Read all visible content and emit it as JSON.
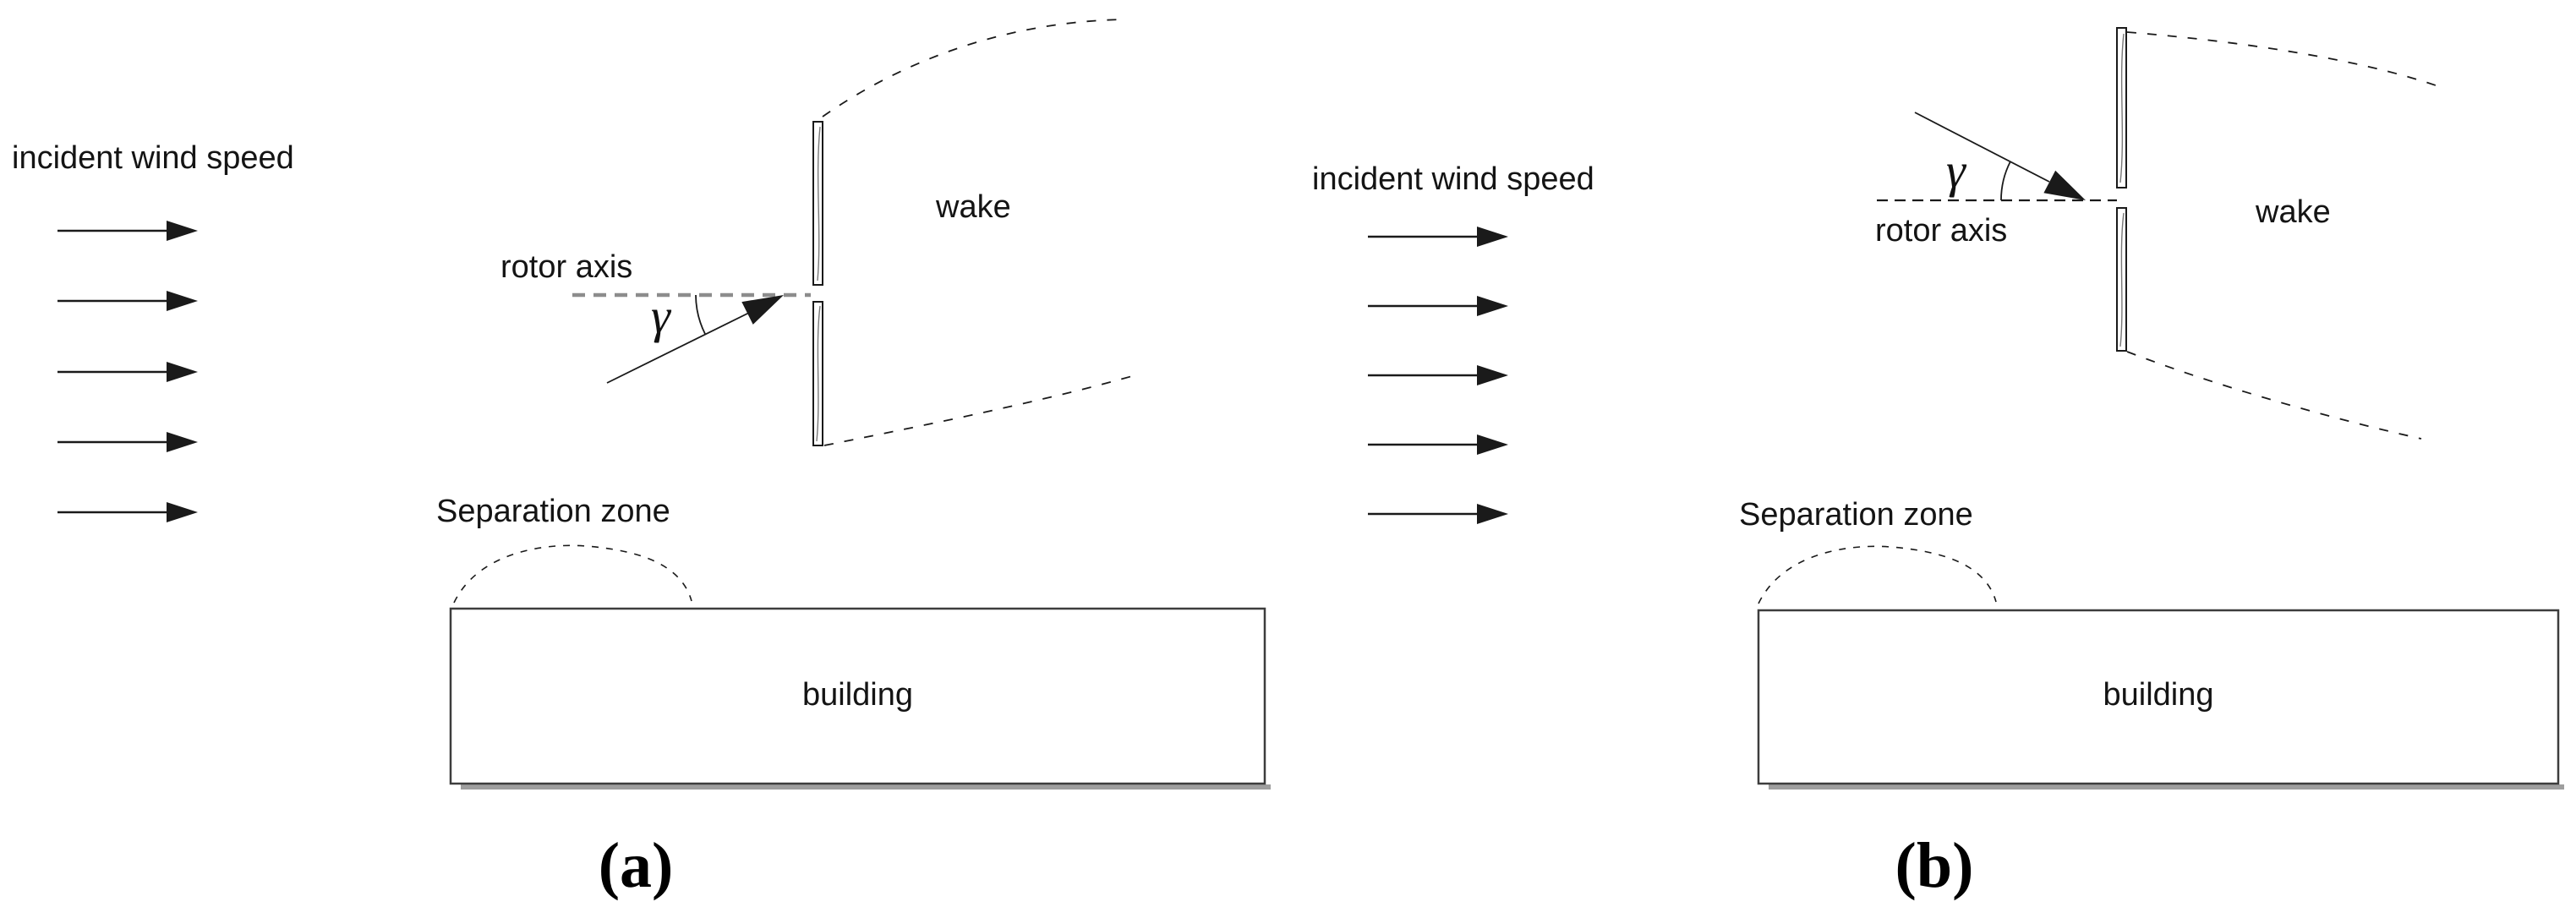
{
  "figure": {
    "background": "#ffffff",
    "line_color": "#1a1a1a",
    "gray_axis_dash_color": "#8c8c8c",
    "building_shadow_color": "#9e9e9e",
    "panels": {
      "a": {
        "caption": "(a)",
        "incident_wind_label": "incident wind speed",
        "rotor_axis_label": "rotor axis",
        "yaw_angle_symbol": "γ",
        "wake_label": "wake",
        "separation_zone_label": "Separation zone",
        "building_label": "building"
      },
      "b": {
        "caption": "(b)",
        "incident_wind_label": "incident wind speed",
        "rotor_axis_label": "rotor axis",
        "yaw_angle_symbol": "γ",
        "wake_label": "wake",
        "separation_zone_label": "Separation zone",
        "building_label": "building"
      }
    }
  }
}
